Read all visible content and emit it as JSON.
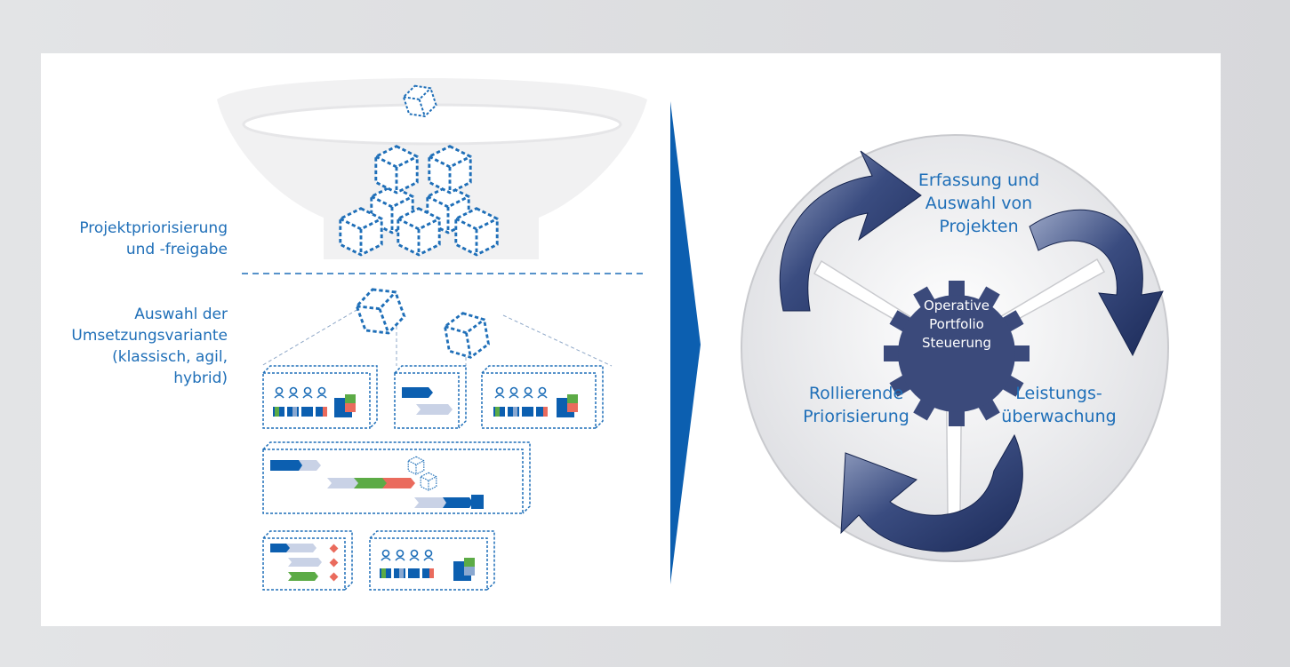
{
  "left": {
    "label_prioritization": [
      "Projektpriorisierung",
      "und -freigabe"
    ],
    "label_variant": [
      "Auswahl der",
      "Umsetzungsvariante",
      "(klassisch, agil,",
      "hybrid)"
    ]
  },
  "cycle": {
    "center": [
      "Operative",
      "Portfolio",
      "Steuerung"
    ],
    "top": [
      "Erfassung und",
      "Auswahl von",
      "Projekten"
    ],
    "left": [
      "Rollierende",
      "Priorisierung"
    ],
    "right": [
      "Leistungs-",
      "überwachung"
    ]
  },
  "colors": {
    "accent": "#1f6fb8",
    "arrow": "#0c5fb0",
    "dark_navy": "#233465",
    "gear": "#3b4a7b",
    "green": "#5cab46",
    "red": "#ea6b5d"
  }
}
